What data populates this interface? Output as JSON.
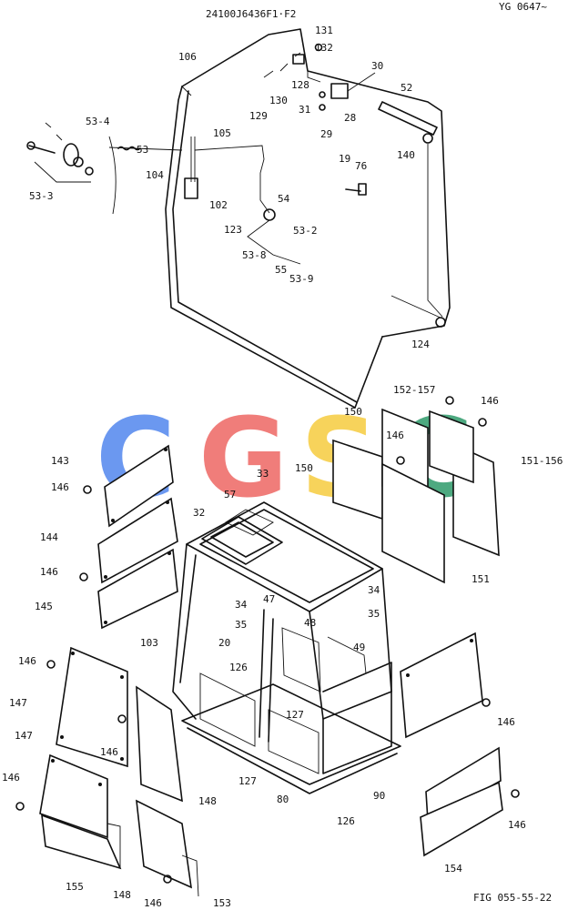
{
  "header": {
    "part_number": "24100J6436F1·F2",
    "serial": "YG 0647~",
    "figure": "FIG 055-55-22"
  },
  "watermark": {
    "letters": [
      {
        "char": "C",
        "color": "#5b8def"
      },
      {
        "char": "G",
        "color": "#ef6f6c"
      },
      {
        "char": "S",
        "color": "#f7cf4a"
      },
      {
        "char": "C",
        "color": "#3aa073"
      }
    ]
  },
  "callouts": [
    "131",
    "132",
    "30",
    "106",
    "128",
    "129",
    "130",
    "31",
    "28",
    "29",
    "52",
    "53-4",
    "53",
    "105",
    "140",
    "19",
    "76",
    "104",
    "102",
    "54",
    "123",
    "53-2",
    "53-8",
    "55",
    "53-9",
    "53-3",
    "124",
    "152-157",
    "146",
    "150",
    "143",
    "33",
    "151-156",
    "57",
    "32",
    "144",
    "151",
    "34",
    "145",
    "35",
    "47",
    "48",
    "103",
    "20",
    "49",
    "147",
    "126",
    "127",
    "148",
    "155",
    "153",
    "80",
    "90",
    "154"
  ]
}
